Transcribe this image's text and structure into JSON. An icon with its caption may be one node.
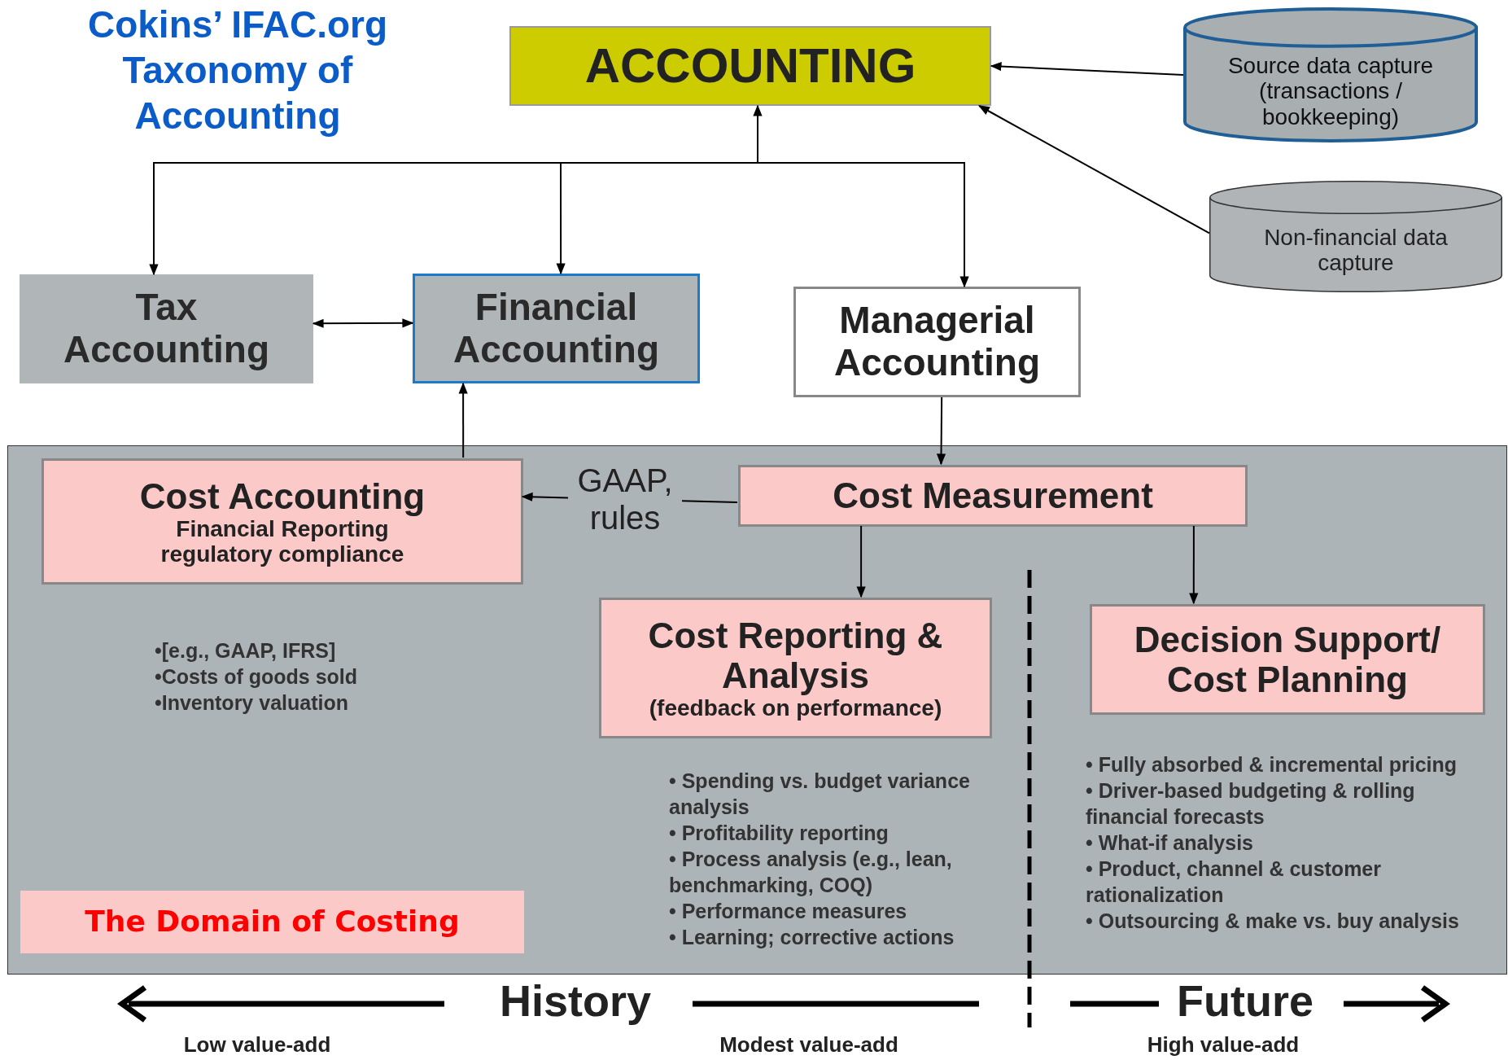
{
  "diagram": {
    "title": "Cokins’ IFAC.org Taxonomy of Accounting",
    "nodes": [
      {
        "text": [
          "ACCOUNTING"
        ]
      },
      {
        "text": [
          "Source data capture (transactions / bookkeeping)"
        ]
      },
      {
        "text": [
          "Non-financial data capture"
        ]
      },
      {
        "text": [
          "Tax Accounting"
        ]
      },
      {
        "text": [
          "Financial Accounting"
        ]
      },
      {
        "text": [
          "Managerial Accounting"
        ]
      },
      {
        "text": [],
        "shape": "box"
      },
      {
        "text": [
          "Cost Accounting",
          "Financial Reporting regulatory compliance"
        ],
        "in": 6,
        "beside": [
          "•[e.g., GAAP, IFRS]",
          "•Costs of goods sold",
          "•Inventory valuation"
        ]
      },
      {
        "text": [
          "Cost Measurement"
        ],
        "in": 6
      },
      {
        "text": [
          "Cost Reporting & Analysis",
          "(feedback on performance)"
        ],
        "in": 6,
        "beside": [
          "• Spending vs. budget variance analysis",
          "• Profitability reporting",
          "• Process analysis (e.g., lean, benchmarking, COQ)",
          "• Performance measures",
          "• Learning; corrective actions"
        ]
      },
      {
        "text": [
          "Decision Support/ Cost Planning"
        ],
        "in": 6,
        "beside": [
          "• Fully absorbed & incremental pricing",
          "• Driver-based budgeting & rolling financial forecasts",
          "• What-if analysis",
          "• Product, channel & customer rationalization",
          "• Outsourcing & make vs. buy analysis"
        ]
      },
      {
        "text": [
          "The Domain of Costing"
        ],
        "in": 6
      }
    ],
    "edges": [
      {
        "from": 0,
        "to": 3,
        "arrow": "both"
      },
      {
        "from": 0,
        "to": 4,
        "arrow": "to"
      },
      {
        "from": 0,
        "to": 5,
        "arrow": "to"
      },
      {
        "from": 3,
        "to": 4,
        "arrow": "both"
      },
      {
        "from": 1,
        "to": 0,
        "arrow": "to"
      },
      {
        "from": 2,
        "to": 0,
        "arrow": "to"
      },
      {
        "from": 7,
        "to": 4,
        "arrow": "to"
      },
      {
        "from": 5,
        "to": 8,
        "arrow": "to"
      },
      {
        "from": 8,
        "to": 7,
        "arrow": "to",
        "label": "GAAP, rules"
      },
      {
        "from": 8,
        "to": 9,
        "arrow": "to"
      },
      {
        "from": 8,
        "to": 10,
        "arrow": "to"
      }
    ],
    "labels": [
      "History",
      "Future",
      "Low value-add",
      "Modest value-add",
      "High value-add"
    ]
  }
}
